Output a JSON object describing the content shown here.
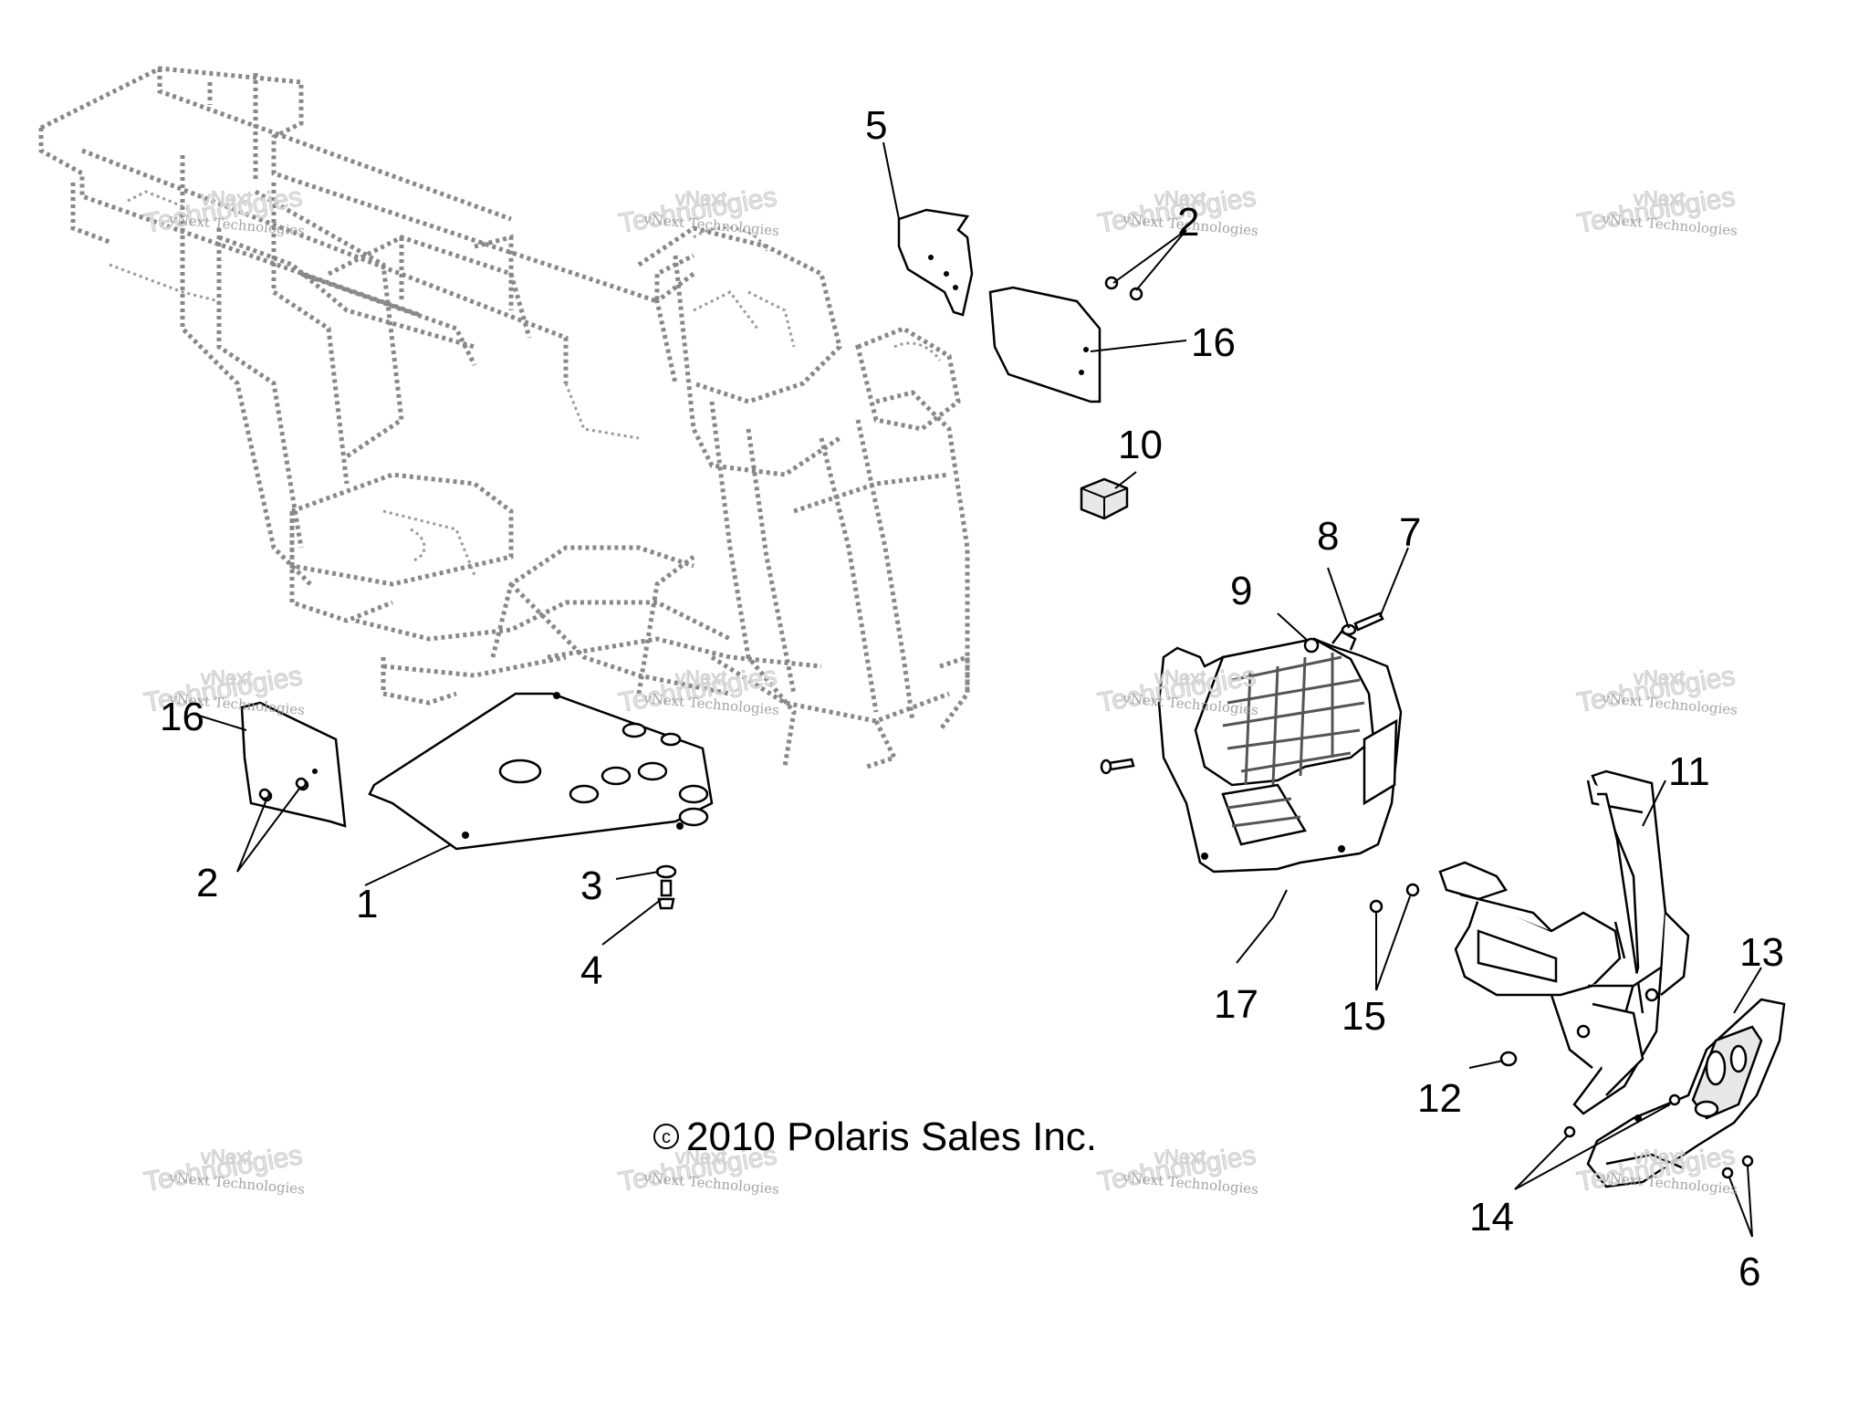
{
  "copyright": "2010 Polaris Sales Inc.",
  "copyright_symbol": "c",
  "watermark": {
    "line1": "vNext",
    "line2": "vNext Technologies",
    "line3": "Technologies"
  },
  "callouts": {
    "c1": "1",
    "c2a": "2",
    "c2b": "2",
    "c3": "3",
    "c4": "4",
    "c5": "5",
    "c6": "6",
    "c7": "7",
    "c8": "8",
    "c9": "9",
    "c10": "10",
    "c11": "11",
    "c12": "12",
    "c13": "13",
    "c14": "14",
    "c15": "15",
    "c16a": "16",
    "c16b": "16",
    "c17": "17"
  }
}
